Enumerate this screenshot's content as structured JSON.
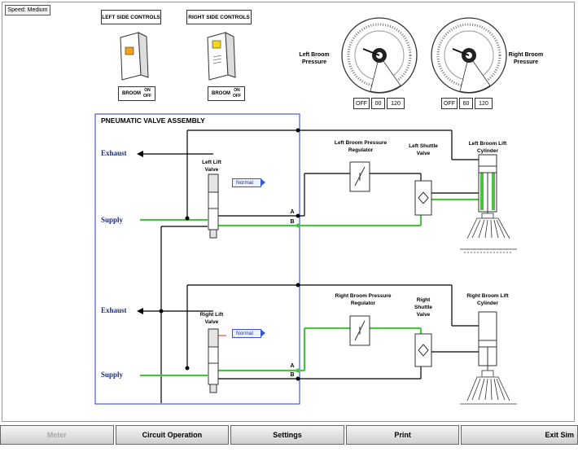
{
  "speed_button": "Speed: Medium",
  "controls": {
    "left_panel": "LEFT SIDE CONTROLS",
    "right_panel": "RIGHT SIDE CONTROLS",
    "left_broom": "BROOM",
    "right_broom": "BROOM",
    "on_text": "ON",
    "off_text": "OFF"
  },
  "gauges": {
    "left_label": "Left Broom Pressure",
    "right_label": "Right Broom Pressure",
    "left_readout": [
      "OFF",
      "00",
      "120"
    ],
    "right_readout": [
      "OFF",
      "60",
      "120"
    ]
  },
  "diagram": {
    "assembly_title": "PNEUMATIC VALVE ASSEMBLY",
    "exhaust": "Exhaust",
    "supply": "Supply",
    "left_lift_valve": "Left Lift Valve",
    "right_lift_valve": "Right Lift Valve",
    "left_tag": "Normal",
    "right_tag": "Normal",
    "left_regulator": "Left Broom Pressure Regulator",
    "right_regulator": "Right Broom Pressure Regulator",
    "left_shuttle": "Left Shuttle Valve",
    "right_shuttle": "Right Shuttle Valve",
    "left_cylinder": "Left Broom Lift Cylinder",
    "right_cylinder": "Right Broom Lift Cylinder",
    "port_a": "A",
    "port_b": "B"
  },
  "colors": {
    "supply_line": "#4cc040",
    "assembly_border": "#4a5bd0",
    "label_blue": "#1a2a8a"
  },
  "toolbar": [
    "Meter",
    "Circuit Operation",
    "Settings",
    "Print",
    "Exit Sim"
  ]
}
